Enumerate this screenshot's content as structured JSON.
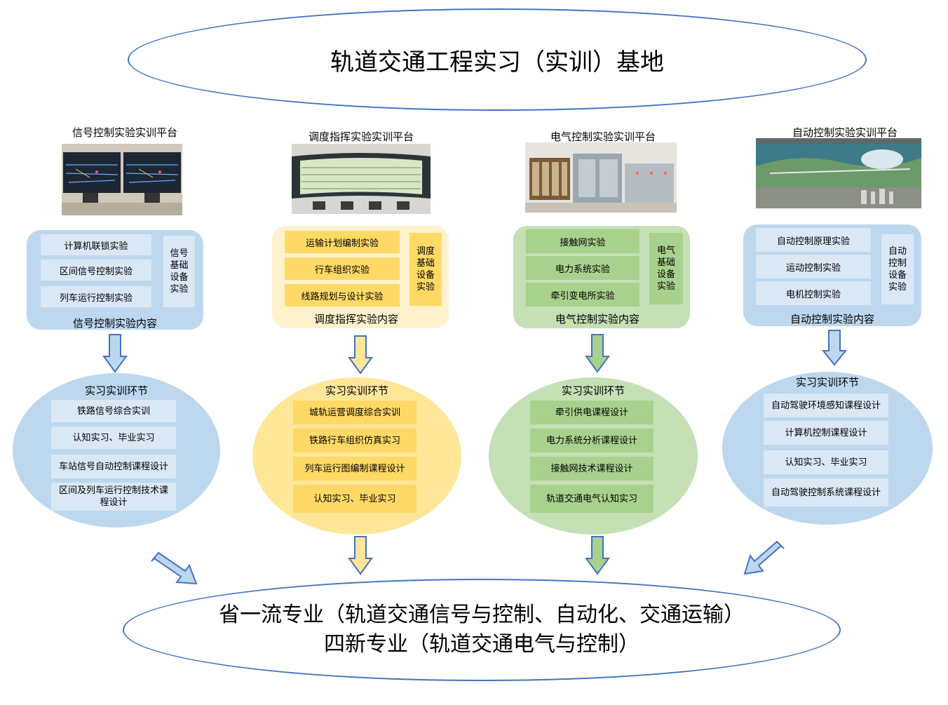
{
  "top_title": "轨道交通工程实习（实训）基地",
  "bottom_line1": "省一流专业（轨道交通信号与控制、自动化、交通运输）",
  "bottom_line2": "四新专业（轨道交通电气与控制）",
  "colors": {
    "blue": "#bdd7ee",
    "yellow": "#ffe699",
    "green": "#a9d18e",
    "outline": "#4472c4"
  },
  "platforms": [
    {
      "title": "信号控制实验实训平台",
      "items": [
        "计算机联锁实验",
        "区间信号控制实验",
        "列车运行控制实验"
      ],
      "side": "信号基础设备实验",
      "caption": "信号控制实验内容",
      "circle_title": "实习实训环节",
      "circle_items": [
        "铁路信号综合实训",
        "认知实习、毕业实习",
        "车站信号自动控制课程设计",
        "区间及列车运行控制技术课程设计"
      ]
    },
    {
      "title": "调度指挥实验实训平台",
      "items": [
        "运输计划编制实验",
        "行车组织实验",
        "线路规划与设计实验"
      ],
      "side": "调度基础设备实验",
      "caption": "调度指挥实验内容",
      "circle_title": "实习实训环节",
      "circle_items": [
        "城轨运营调度综合实训",
        "铁路行车组织仿真实习",
        "列车运行图编制课程设计",
        "认知实习、毕业实习"
      ]
    },
    {
      "title": "电气控制实验实训平台",
      "items": [
        "接触网实验",
        "电力系统实验",
        "牵引变电所实验"
      ],
      "side": "电气基础设备实验",
      "caption": "电气控制实验内容",
      "circle_title": "实习实训环节",
      "circle_items": [
        "牵引供电课程设计",
        "电力系统分析课程设计",
        "接触网技术课程设计",
        "轨道交通电气认知实习"
      ]
    },
    {
      "title": "自动控制实验实训平台",
      "items": [
        "自动控制原理实验",
        "运动控制实验",
        "电机控制实验"
      ],
      "side": "自动控制设备实验",
      "caption": "自动控制实验内容",
      "circle_title": "实习实训环节",
      "circle_items": [
        "自动驾驶环境感知课程设计",
        "计算机控制课程设计",
        "认知实习、毕业实习",
        "自动驾驶控制系统课程设计"
      ]
    }
  ]
}
